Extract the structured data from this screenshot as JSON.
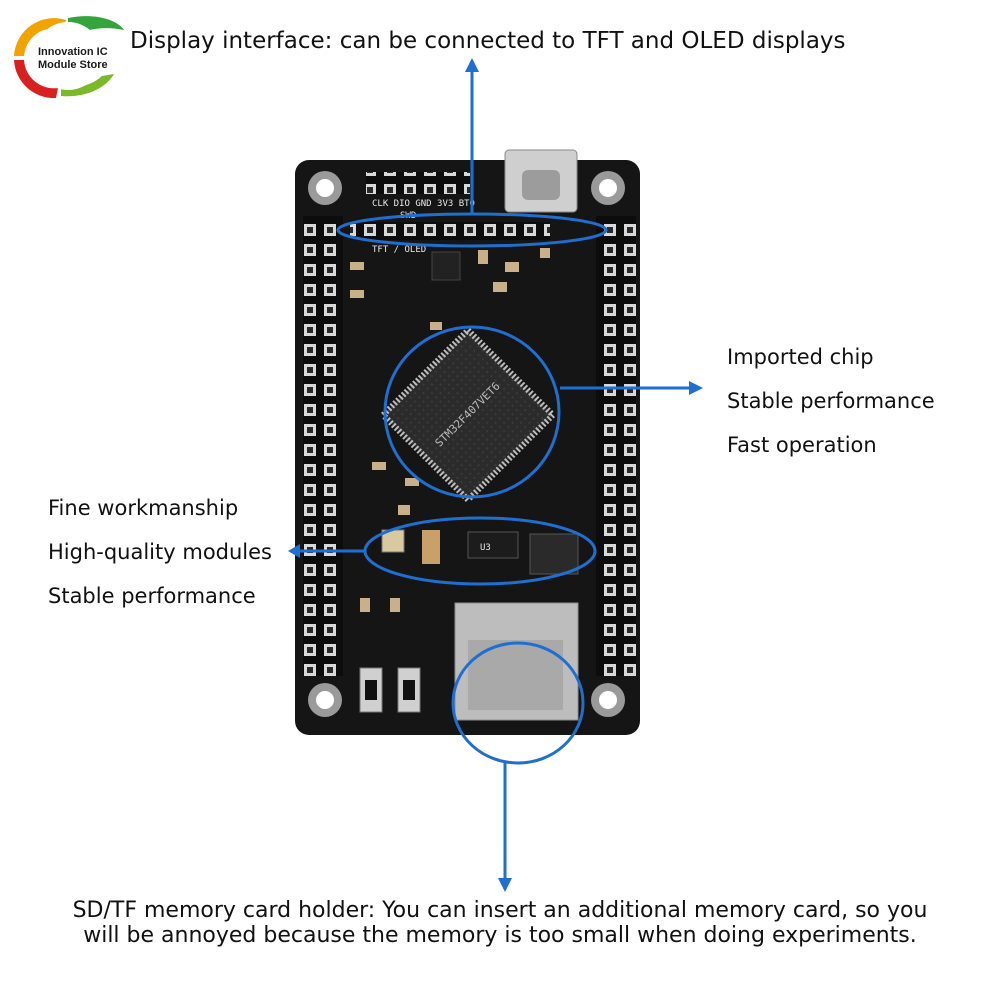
{
  "logo": {
    "line1": "Innovation IC",
    "line2": "Module Store"
  },
  "annotations": {
    "top": "Display interface: can be connected to TFT and OLED displays",
    "right": [
      "Imported chip",
      "Stable performance",
      "Fast operation"
    ],
    "left": [
      "Fine workmanship",
      "High-quality modules",
      "Stable performance"
    ],
    "bottom_line1": "SD/TF memory card holder: You can insert an additional memory card, so you",
    "bottom_line2": "will be annoyed because the memory is too small when doing experiments."
  },
  "board_labels": {
    "swd": "SWD",
    "swd_pins": "CLK DIO GND 3V3 BT0",
    "tft_oled": "TFT / OLED",
    "chip": "STM32F407VET6",
    "u3": "U3"
  },
  "colors": {
    "callout_line": "#1f6fd1",
    "board": "#151515",
    "pin_header": "#0c0c0c"
  }
}
